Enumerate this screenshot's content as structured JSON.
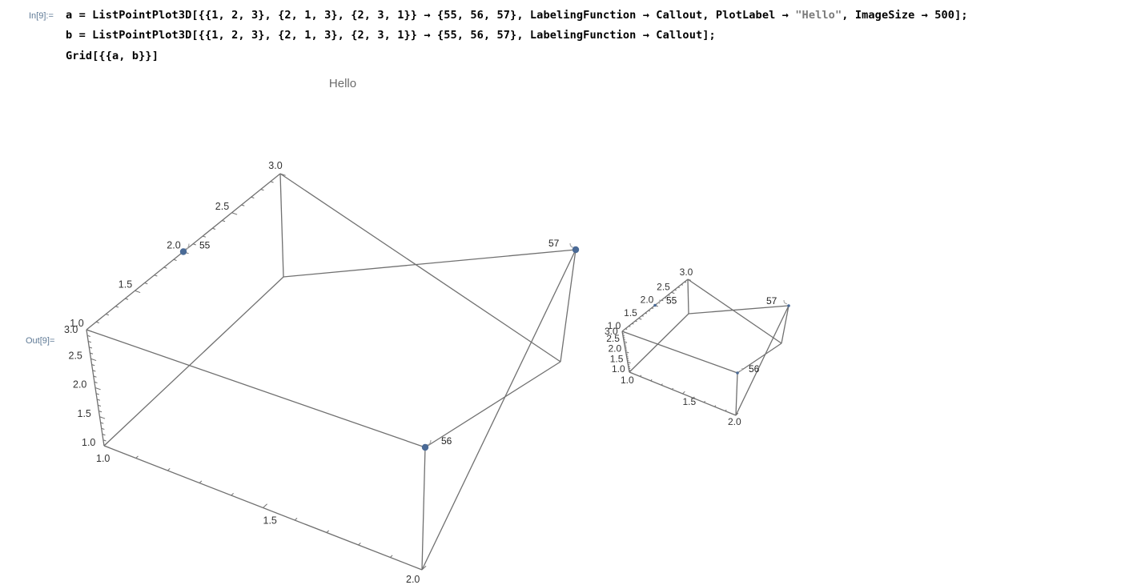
{
  "cell": {
    "in_label": "In[9]:=",
    "out_label": "Out[9]=",
    "line1": {
      "before": "a = ListPointPlot3D[{{1, 2, 3}, {2, 1, 3}, {2, 3, 1}} → {55, 56, 57}, LabelingFunction → Callout, PlotLabel → ",
      "string": "\"Hello\"",
      "after": ", ImageSize → 500];"
    },
    "line2": "b = ListPointPlot3D[{{1, 2, 3}, {2, 1, 3}, {2, 3, 1}} → {55, 56, 57}, LabelingFunction → Callout];",
    "line3": "Grid[{{a, b}}]"
  },
  "chart_data": [
    {
      "type": "scatter",
      "title": "Hello",
      "points": [
        {
          "x": 1,
          "y": 2,
          "z": 3,
          "label": "55"
        },
        {
          "x": 2,
          "y": 1,
          "z": 3,
          "label": "56"
        },
        {
          "x": 2,
          "y": 3,
          "z": 1,
          "label": "57"
        }
      ],
      "xlim": [
        1.0,
        2.0
      ],
      "ylim": [
        1.0,
        3.0
      ],
      "zlim": [
        1.0,
        3.0
      ],
      "x_ticks": [
        "1.0",
        "1.5",
        "2.0"
      ],
      "y_ticks": [
        "1.0",
        "1.5",
        "2.0",
        "2.5",
        "3.0"
      ],
      "z_ticks": [
        "1.0",
        "1.5",
        "2.0",
        "2.5",
        "3.0"
      ],
      "point_color": "#4a6a96",
      "box_color": "#707070"
    },
    {
      "type": "scatter",
      "title": "",
      "points": [
        {
          "x": 1,
          "y": 2,
          "z": 3,
          "label": "55"
        },
        {
          "x": 2,
          "y": 1,
          "z": 3,
          "label": "56"
        },
        {
          "x": 2,
          "y": 3,
          "z": 1,
          "label": "57"
        }
      ],
      "xlim": [
        1.0,
        2.0
      ],
      "ylim": [
        1.0,
        3.0
      ],
      "zlim": [
        1.0,
        3.0
      ],
      "x_ticks": [
        "1.0",
        "1.5",
        "2.0"
      ],
      "y_ticks": [
        "1.0",
        "1.5",
        "2.0",
        "2.5",
        "3.0"
      ],
      "z_ticks": [
        "1.0",
        "1.5",
        "2.0",
        "2.5",
        "3.0"
      ],
      "point_color": "#4a6a96",
      "box_color": "#707070"
    }
  ]
}
